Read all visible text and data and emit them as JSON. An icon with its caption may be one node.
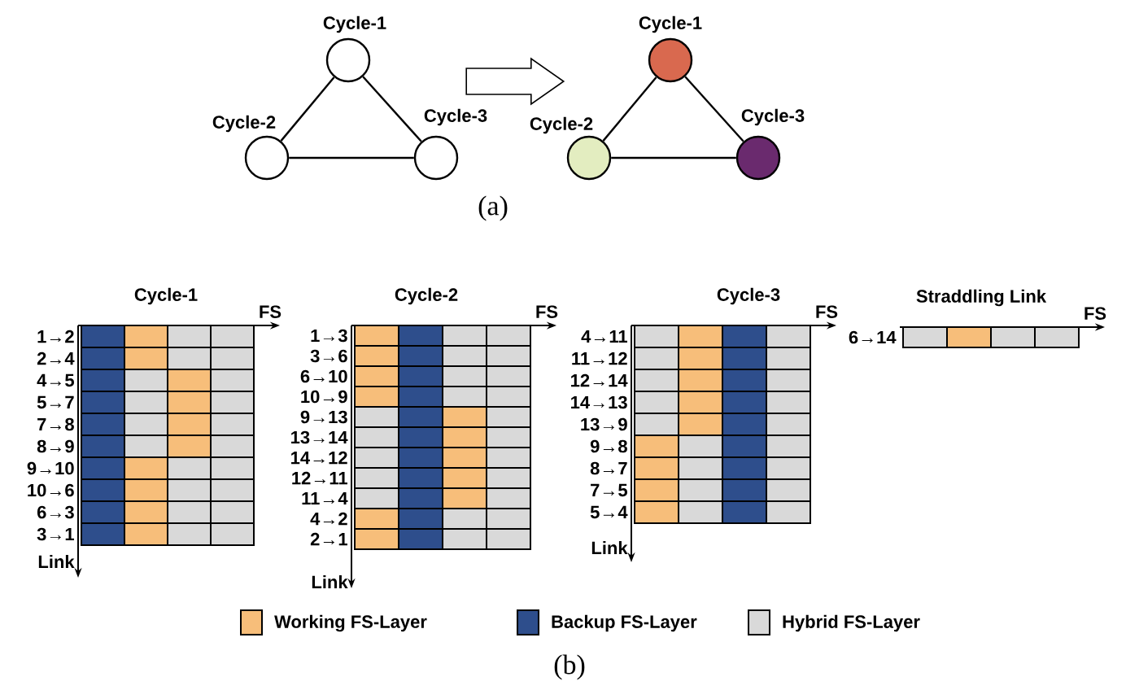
{
  "diagram": {
    "nodes": [
      {
        "text": [],
        "shape": "circle",
        "beside": [
          "Cycle-1"
        ]
      },
      {
        "text": [],
        "shape": "circle",
        "beside": [
          "Cycle-2"
        ]
      },
      {
        "text": [],
        "shape": "circle",
        "beside": [
          "Cycle-3"
        ]
      },
      {
        "text": [],
        "shape": "circle",
        "beside": [
          "Cycle-1"
        ]
      },
      {
        "text": [],
        "shape": "circle",
        "beside": [
          "Cycle-2"
        ]
      },
      {
        "text": [],
        "shape": "circle",
        "beside": [
          "Cycle-3"
        ]
      }
    ],
    "edges": [
      {
        "from": 0,
        "to": 1,
        "arrow": "none"
      },
      {
        "from": 0,
        "to": 2,
        "arrow": "none"
      },
      {
        "from": 1,
        "to": 2,
        "arrow": "none"
      },
      {
        "from": 3,
        "to": 4,
        "arrow": "none"
      },
      {
        "from": 3,
        "to": 5,
        "arrow": "none"
      },
      {
        "from": 4,
        "to": 5,
        "arrow": "none"
      },
      {
        "from": 2,
        "to": 4,
        "arrow": "to"
      }
    ],
    "labels": [
      "(a)",
      "Cycle-1",
      "FS",
      "1→2",
      "2→4",
      "4→5",
      "5→7",
      "7→8",
      "8→9",
      "9→10",
      "10→6",
      "6→3",
      "3→1",
      "Link",
      "Cycle-2",
      "FS",
      "1→3",
      "3→6",
      "6→10",
      "10→9",
      "9→13",
      "13→14",
      "14→12",
      "12→11",
      "11→4",
      "4→2",
      "2→1",
      "Link",
      "Cycle-3",
      "FS",
      "4→11",
      "11→12",
      "12→14",
      "14→13",
      "13→9",
      "9→8",
      "8→7",
      "7→5",
      "5→4",
      "Link",
      "Straddling Link",
      "FS",
      "6→14",
      "(b)"
    ],
    "legend": [
      {
        "text": "Working FS-Layer"
      },
      {
        "text": "Backup FS-Layer"
      },
      {
        "text": "Hybrid FS-Layer"
      }
    ]
  }
}
